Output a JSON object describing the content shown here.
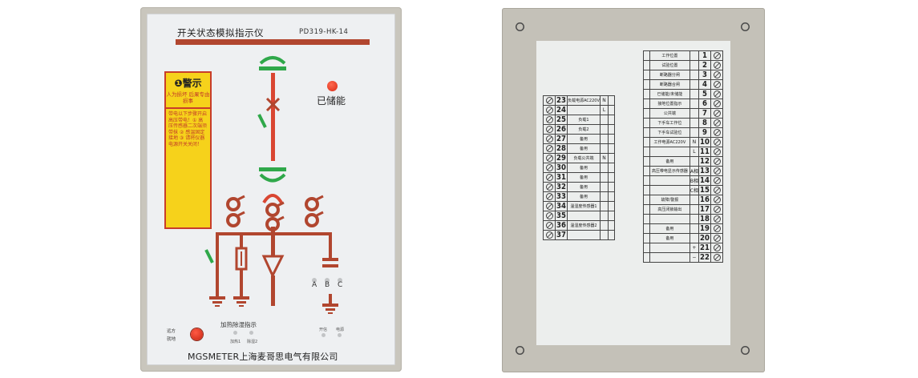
{
  "front": {
    "title": "开关状态模拟指示仪",
    "model": "PD319-HK-14",
    "warning": {
      "head": "❶警示",
      "sub": "人为损坏 后果专由损事",
      "body": "带电以下步骤开启高压带电！① 高压传感器二次端须带抹 ② 感温固定接地 ③ 请将仪器电源开关关闭！"
    },
    "stored_label": "已储能",
    "phases": [
      "A",
      "B",
      "C"
    ],
    "switch_remote": "远方",
    "switch_local": "就地",
    "heat_label": "加热除湿指示",
    "heat_a": "加热1",
    "heat_b": "除湿2",
    "sw_label": "开信",
    "fault_label": "电源",
    "footer": "MGSMETER上海麦哥思电气有限公司",
    "colors": {
      "busbar": "#b1462f",
      "closed": "#d94632",
      "open": "#2fa84a",
      "warning_bg": "#f6d21b"
    }
  },
  "rear": {
    "right_rows": [
      {
        "n": "1",
        "label": "工作位置"
      },
      {
        "n": "2",
        "label": "试验位置"
      },
      {
        "n": "3",
        "label": "断路器分闸"
      },
      {
        "n": "4",
        "label": "断路器合闸"
      },
      {
        "n": "5",
        "label": "已储能/未储能"
      },
      {
        "n": "6",
        "label": "接地位置指示"
      },
      {
        "n": "7",
        "label": "公共端"
      },
      {
        "n": "8",
        "label": "下手车工作位"
      },
      {
        "n": "9",
        "label": "下手车试验位"
      },
      {
        "n": "10",
        "label": "工作电源AC220V"
      },
      {
        "n": "11",
        "label": ""
      },
      {
        "n": "12",
        "label": "备用"
      },
      {
        "n": "13",
        "label": "高压带电显示传感器"
      },
      {
        "n": "14",
        "label": ""
      },
      {
        "n": "15",
        "label": ""
      },
      {
        "n": "16",
        "label": "故障/警报"
      },
      {
        "n": "17",
        "label": "高压闭锁输出"
      },
      {
        "n": "18",
        "label": ""
      },
      {
        "n": "19",
        "label": "备用"
      },
      {
        "n": "20",
        "label": "备用"
      },
      {
        "n": "21",
        "label": ""
      },
      {
        "n": "22",
        "label": ""
      }
    ],
    "right_syms": [
      "",
      "",
      "",
      "",
      "",
      "",
      "",
      "",
      "",
      "N",
      "L",
      "",
      "A相",
      "B相",
      "C相",
      "",
      "",
      "",
      "",
      "",
      "+",
      "−"
    ],
    "left_rows": [
      {
        "n": "23",
        "label": "负载电源AC220V",
        "sym": "N"
      },
      {
        "n": "24",
        "label": "",
        "sym": "L"
      },
      {
        "n": "25",
        "label": "负载1",
        "sym": ""
      },
      {
        "n": "26",
        "label": "负载2",
        "sym": ""
      },
      {
        "n": "27",
        "label": "备用",
        "sym": ""
      },
      {
        "n": "28",
        "label": "备用",
        "sym": ""
      },
      {
        "n": "29",
        "label": "负载公共端",
        "sym": "N"
      },
      {
        "n": "30",
        "label": "备用",
        "sym": ""
      },
      {
        "n": "31",
        "label": "备用",
        "sym": ""
      },
      {
        "n": "32",
        "label": "备用",
        "sym": ""
      },
      {
        "n": "33",
        "label": "备用",
        "sym": ""
      },
      {
        "n": "34",
        "label": "温湿度传感器1",
        "sym": ""
      },
      {
        "n": "35",
        "label": "",
        "sym": ""
      },
      {
        "n": "36",
        "label": "温湿度传感器2",
        "sym": ""
      },
      {
        "n": "37",
        "label": "",
        "sym": ""
      }
    ]
  }
}
